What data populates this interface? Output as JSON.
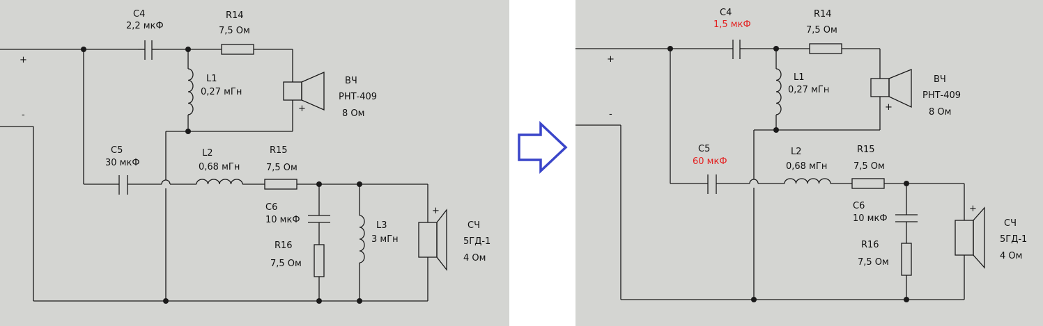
{
  "colors": {
    "background": "#d4d5d2",
    "wire": "#1a1a1a",
    "arrow": "#3a45c9",
    "changed": "#e32020"
  },
  "arrow_icon": "right-arrow-icon",
  "left": {
    "plus": "+",
    "minus": "-",
    "c4_name": "C4",
    "c4_value": "2,2 мкФ",
    "r14_name": "R14",
    "r14_value": "7,5 Ом",
    "l1_name": "L1",
    "l1_value": "0,27 мГн",
    "tweeter_name": "ВЧ",
    "tweeter_model": "РНТ-409",
    "tweeter_impedance": "8 Ом",
    "tweeter_plus": "+",
    "c5_name": "C5",
    "c5_value": "30 мкФ",
    "l2_name": "L2",
    "l2_value": "0,68 мГн",
    "r15_name": "R15",
    "r15_value": "7,5 Ом",
    "c6_name": "C6",
    "c6_value": "10 мкФ",
    "r16_name": "R16",
    "r16_value": "7,5 Ом",
    "l3_name": "L3",
    "l3_value": "3 мГн",
    "mid_name": "СЧ",
    "mid_model": "5ГД-1",
    "mid_impedance": "4 Ом",
    "mid_plus": "+"
  },
  "right": {
    "plus": "+",
    "minus": "-",
    "c4_name": "C4",
    "c4_value": "1,5 мкФ",
    "r14_name": "R14",
    "r14_value": "7,5 Ом",
    "l1_name": "L1",
    "l1_value": "0,27 мГн",
    "tweeter_name": "ВЧ",
    "tweeter_model": "РНТ-409",
    "tweeter_impedance": "8 Ом",
    "tweeter_plus": "+",
    "c5_name": "C5",
    "c5_value": "60 мкФ",
    "l2_name": "L2",
    "l2_value": "0,68 мГн",
    "r15_name": "R15",
    "r15_value": "7,5 Ом",
    "c6_name": "C6",
    "c6_value": "10 мкФ",
    "r16_name": "R16",
    "r16_value": "7,5 Ом",
    "mid_name": "СЧ",
    "mid_model": "5ГД-1",
    "mid_impedance": "4 Ом",
    "mid_plus": "+"
  }
}
